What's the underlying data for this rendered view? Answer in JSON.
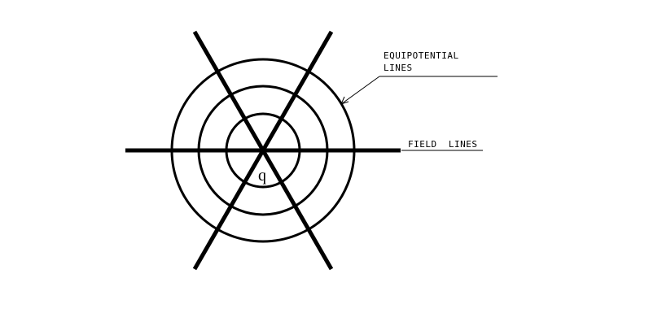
{
  "diagram": {
    "charge_label": "q",
    "equipotential_label_line1": "EQUIPOTENTIAL",
    "equipotential_label_line2": "LINES",
    "field_lines_label": "FIELD  LINES",
    "equipotential_circle_count": 3,
    "field_line_count": 6,
    "colors": {
      "stroke": "#000000",
      "background": "#ffffff"
    }
  }
}
